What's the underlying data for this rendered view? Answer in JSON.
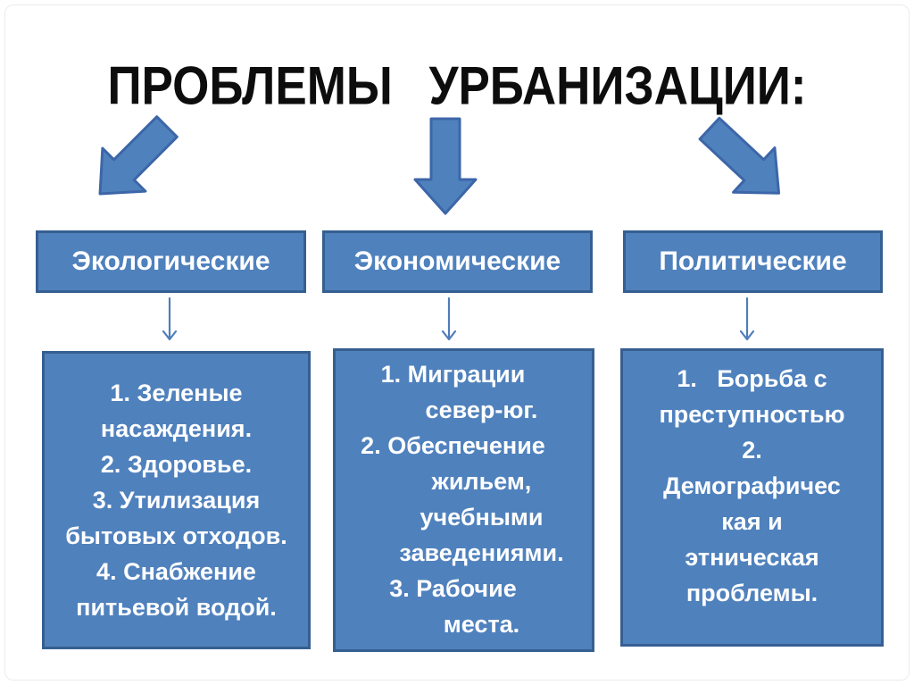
{
  "page": {
    "title": "ПРОБЛЕМЫ УРБАНИЗАЦИИ:"
  },
  "colors": {
    "box_fill": "#4f81bd",
    "box_border": "#365f91",
    "arrow_fill": "#4f81bd",
    "arrow_stroke": "#3c66a8",
    "connector": "#4f7dba",
    "text_on_blue": "#ffffff",
    "title_color": "#0d0d0d",
    "background": "#ffffff"
  },
  "icons": {
    "left": "down-left-arrow-icon",
    "middle": "down-arrow-icon",
    "right": "down-right-arrow-icon",
    "connector": "thin-down-arrow-icon"
  },
  "columns": [
    {
      "id": "ecological",
      "header": "Экологические",
      "items_lines": [
        "1. Зеленые",
        "насаждения.",
        "2. Здоровье.",
        "3. Утилизация",
        "бытовых отходов.",
        "4. Снабжение",
        "питьевой водой."
      ]
    },
    {
      "id": "economic",
      "header": "Экономические",
      "items_lines": [
        "1. Миграции",
        "север-юг.",
        "2. Обеспечение",
        "жильем,",
        "учебными",
        "заведениями.",
        "3. Рабочие",
        "места."
      ]
    },
    {
      "id": "political",
      "header": "Политические",
      "items_lines": [
        "1.   Борьба с",
        "преступностью",
        "2.",
        "Демографичес",
        "кая и",
        "этническая",
        "проблемы."
      ]
    }
  ]
}
